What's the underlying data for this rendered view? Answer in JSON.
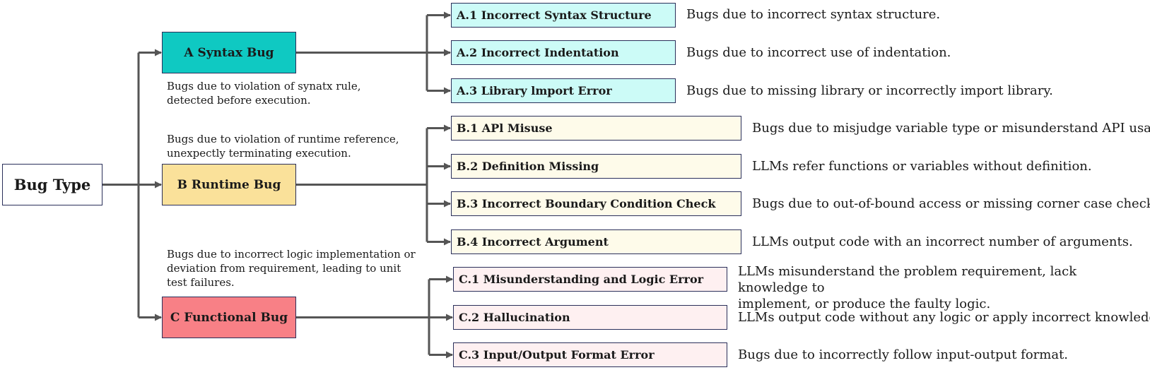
{
  "colors": {
    "syntax_fill": "#0fc9c2",
    "syntax_sub_fill": "#ccfbf7",
    "runtime_fill": "#fae19a",
    "runtime_sub_fill": "#fefbea",
    "functional_fill": "#f88086",
    "functional_sub_fill": "#fef0f1",
    "border": "#2a2f5a",
    "arrow": "#555555"
  },
  "root": {
    "label": "Bug Type"
  },
  "categories": [
    {
      "label": "A Syntax Bug",
      "note": "Bugs due to violation of synatx rule,\ndetected before execution.",
      "subs": [
        {
          "label": "A.1 Incorrect Syntax Structure",
          "desc": "Bugs due to incorrect syntax structure."
        },
        {
          "label": "A.2 Incorrect Indentation",
          "desc": "Bugs due to incorrect use of indentation."
        },
        {
          "label": "A.3 Library lmport Error",
          "desc": "Bugs due to missing library or incorrectly import library."
        }
      ]
    },
    {
      "label": "B Runtime Bug",
      "note": "Bugs due to violation of  runtime reference,\nunexpectly terminating execution.",
      "subs": [
        {
          "label": "B.1 APl Misuse",
          "desc": "Bugs due to misjudge variable type or misunderstand API usage."
        },
        {
          "label": "B.2 Definition Missing",
          "desc": "LLMs refer functions or variables without definition."
        },
        {
          "label": "B.3 Incorrect Boundary Condition Check",
          "desc": "Bugs due to out-of-bound access or missing corner case check."
        },
        {
          "label": "B.4 Incorrect Argument",
          "desc": "LLMs output code with an incorrect number of arguments."
        }
      ]
    },
    {
      "label": "C Functional Bug",
      "note": "Bugs due to incorrect logic implementation or\ndeviation from requirement, leading to unit\ntest failures.",
      "subs": [
        {
          "label": "C.1 Misunderstanding and Logic Error",
          "desc": "LLMs misunderstand the problem requirement, lack knowledge to\nimplement, or produce the faulty logic."
        },
        {
          "label": "C.2 Hallucination",
          "desc": "LLMs output code without any logic or apply incorrect knowledge."
        },
        {
          "label": "C.3 Input/Output Format Error",
          "desc": "Bugs due to incorrectly follow input-output format."
        }
      ]
    }
  ]
}
